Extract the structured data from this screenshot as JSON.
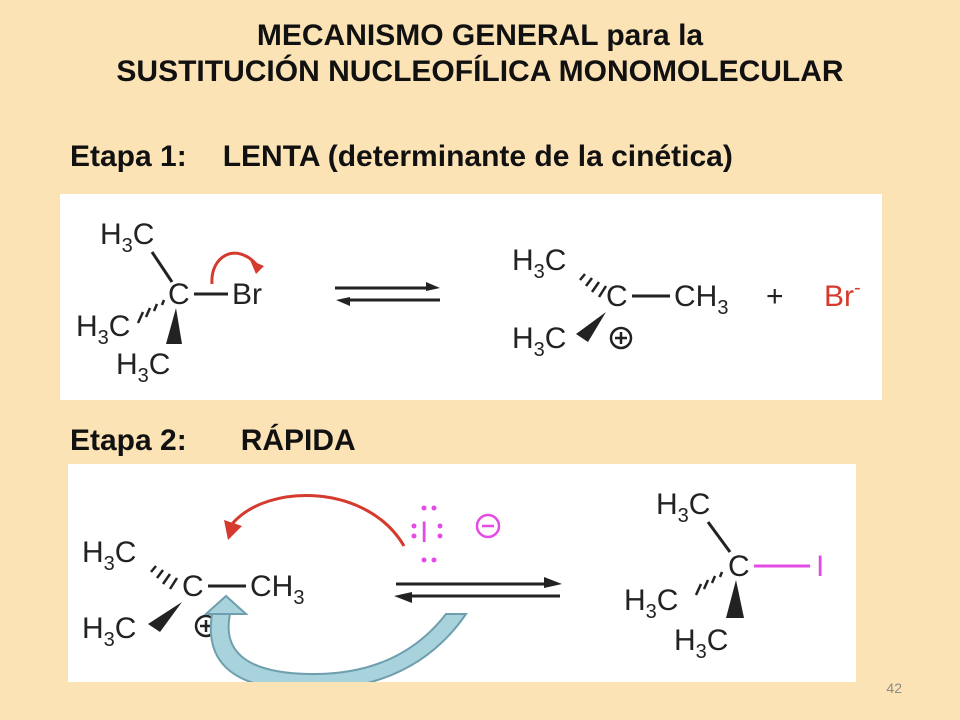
{
  "title": {
    "line1": "MECANISMO GENERAL para la",
    "line2": "SUSTITUCIÓN NUCLEOFÍLICA MONOMOLECULAR"
  },
  "stage1": {
    "label": "Etapa 1:",
    "description": "LENTA (determinante de la cinética)"
  },
  "stage2": {
    "label": "Etapa 2:",
    "description": "RÁPIDA"
  },
  "chem": {
    "h3c_main": "H",
    "h3c_sub": "3",
    "c_letter": "C",
    "ch3": "CH",
    "br": "Br",
    "br_minus": "Br",
    "minus": "-",
    "plus": "+",
    "iodine": "I",
    "iodide_symbol": "I",
    "dots": ":"
  },
  "colors": {
    "background": "#FBE3B5",
    "panel": "#FFFFFF",
    "arrow_red": "#D43B2E",
    "iodine_magenta": "#E44BE4",
    "curved_arrow_fill": "#A8D3DC"
  },
  "page_number": "42"
}
